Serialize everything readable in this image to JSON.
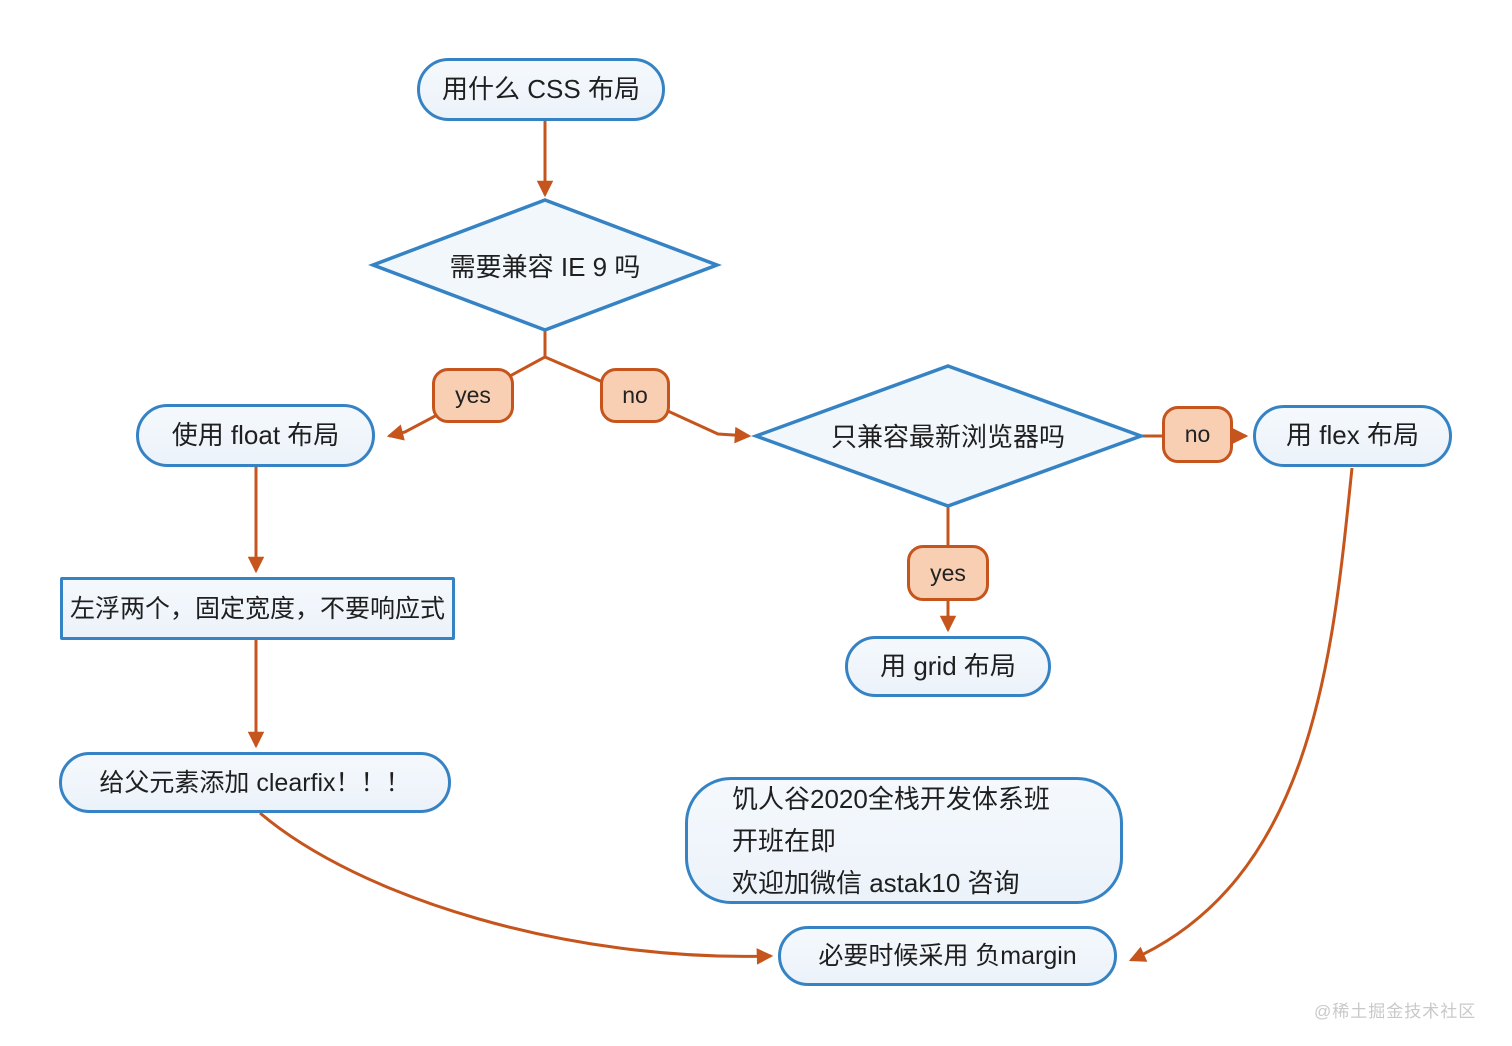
{
  "page": {
    "watermark": "@稀土掘金技术社区"
  },
  "colors": {
    "blue": "#3583C4",
    "blue-fill": "#EBF2F9",
    "blue-fill-light": "#F2F7FC",
    "orange": "#C5551C",
    "chip-fill": "#F8CFB2",
    "ink": "#1F1F1F",
    "watermark": "#C9C9C9"
  },
  "nodes": {
    "start": {
      "label": "用什么 CSS 布局"
    },
    "decision_ie9": {
      "label": "需要兼容 IE 9 吗"
    },
    "float_layout": {
      "label": "使用 float 布局"
    },
    "decision_modern": {
      "label": "只兼容最新浏览器吗"
    },
    "flex_layout": {
      "label": "用 flex 布局"
    },
    "grid_layout": {
      "label": "用 grid 布局"
    },
    "float_detail": {
      "label": "左浮两个，固定宽度，不要响应式"
    },
    "clearfix": {
      "label": "给父元素添加 clearfix！！！"
    },
    "ad": {
      "lines": [
        "饥人谷2020全栈开发体系班",
        "开班在即",
        "欢迎加微信 astak10 咨询"
      ]
    },
    "neg_margin": {
      "label": "必要时候采用 负margin"
    }
  },
  "edge_labels": {
    "ie9_yes": "yes",
    "ie9_no": "no",
    "modern_no": "no",
    "modern_yes": "yes"
  }
}
